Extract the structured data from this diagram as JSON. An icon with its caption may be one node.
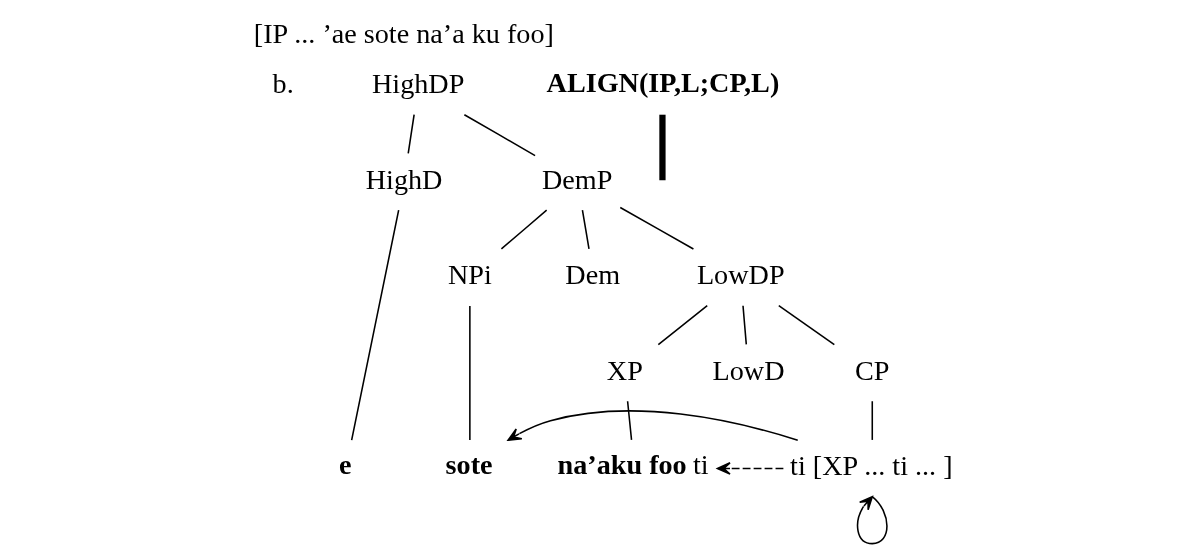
{
  "diagram": {
    "title": "[IP ... ’ae sote na’a ku foo]",
    "nodes": [
      {
        "text": [
          "HighDP"
        ]
      },
      {
        "text": [
          "HighD"
        ]
      },
      {
        "text": [
          "DemP"
        ]
      },
      {
        "text": [
          "e"
        ]
      },
      {
        "text": [
          "NPi"
        ]
      },
      {
        "text": [
          "sote"
        ]
      },
      {
        "text": [
          "Dem"
        ]
      },
      {
        "text": [
          "LowDP"
        ]
      },
      {
        "text": [
          "XP"
        ]
      },
      {
        "text": [
          "**na’aku foo** ti"
        ]
      },
      {
        "text": [
          "LowD"
        ]
      },
      {
        "text": [
          "CP"
        ]
      },
      {
        "text": [
          "ti [XP ... ti ... ]"
        ]
      },
      {
        "text": [
          "ALIGN(IP,L;CP,L)"
        ]
      }
    ],
    "edges": [
      {
        "from": 0,
        "to": 1,
        "arrow": "none"
      },
      {
        "from": 0,
        "to": 2,
        "arrow": "none"
      },
      {
        "from": 1,
        "to": 3,
        "arrow": "none"
      },
      {
        "from": 2,
        "to": 4,
        "arrow": "none"
      },
      {
        "from": 2,
        "to": 6,
        "arrow": "none"
      },
      {
        "from": 2,
        "to": 7,
        "arrow": "none"
      },
      {
        "from": 4,
        "to": 5,
        "arrow": "none"
      },
      {
        "from": 7,
        "to": 8,
        "arrow": "none"
      },
      {
        "from": 7,
        "to": 10,
        "arrow": "none"
      },
      {
        "from": 7,
        "to": 11,
        "arrow": "none"
      },
      {
        "from": 8,
        "to": 9,
        "arrow": "none"
      },
      {
        "from": 11,
        "to": 12,
        "arrow": "none"
      },
      {
        "from": 12,
        "to": 5,
        "arrow": "to"
      },
      {
        "from": 12,
        "to": 12,
        "arrow": "to"
      },
      {
        "from": 12,
        "to": 9,
        "arrow": "to",
        "style": "dashed"
      },
      {
        "from": 13,
        "to": null,
        "arrow": "none",
        "style": "thick"
      }
    ],
    "labels": [
      "b."
    ]
  }
}
